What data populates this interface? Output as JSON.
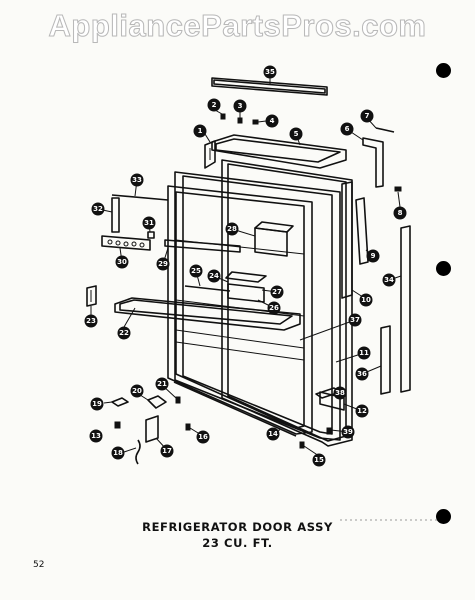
{
  "watermark": "AppliancePartsPros.com",
  "title": {
    "line1": "REFRIGERATOR DOOR ASSY",
    "line2": "23 CU. FT."
  },
  "page_number": "52",
  "callouts": [
    "1",
    "2",
    "3",
    "4",
    "5",
    "6",
    "7",
    "8",
    "9",
    "10",
    "11",
    "12",
    "13",
    "14",
    "15",
    "16",
    "17",
    "18",
    "19",
    "20",
    "21",
    "22",
    "23",
    "24",
    "25",
    "26",
    "27",
    "28",
    "29",
    "30",
    "31",
    "32",
    "33",
    "34",
    "35",
    "36",
    "37",
    "38",
    "39"
  ]
}
